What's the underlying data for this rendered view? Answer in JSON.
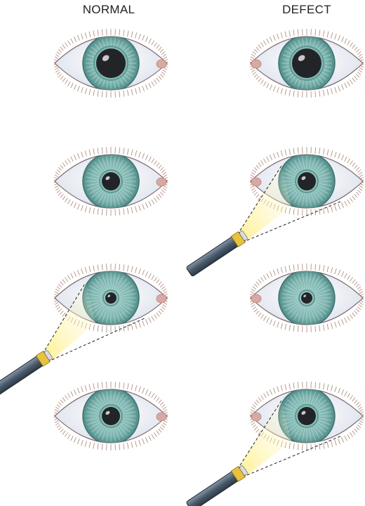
{
  "headings": {
    "normal": "NORMAL",
    "defect": "DEFECT"
  },
  "colors": {
    "iris": "#7fb5b0",
    "iris_dark": "#4f8c88",
    "pupil": "#222428",
    "sclera": "#e6e9f0",
    "caruncle": "#d9a8a3",
    "lashes": "#b8806e",
    "penlight_body": "#4a5a6a",
    "penlight_band": "#e8c23a",
    "light_beam": "#fff4a0"
  },
  "rows": [
    {
      "normal": {
        "pupil": "large",
        "penlight": "none",
        "pupil-icon": "eye-icon"
      },
      "defect": {
        "pupil": "large",
        "penlight": "none",
        "pupil-icon": "eye-icon"
      }
    },
    {
      "normal": {
        "pupil": "medium",
        "penlight": "none",
        "pupil-icon": "eye-icon"
      },
      "defect": {
        "pupil": "medium",
        "penlight": "shining",
        "pupil-icon": "eye-icon"
      }
    },
    {
      "normal": {
        "pupil": "small",
        "penlight": "shining",
        "pupil-icon": "eye-icon"
      },
      "defect": {
        "pupil": "small",
        "penlight": "none",
        "pupil-icon": "eye-icon"
      }
    },
    {
      "normal": {
        "pupil": "medium",
        "penlight": "none",
        "pupil-icon": "eye-icon"
      },
      "defect": {
        "pupil": "medium",
        "penlight": "shining",
        "pupil-icon": "eye-icon"
      }
    }
  ]
}
